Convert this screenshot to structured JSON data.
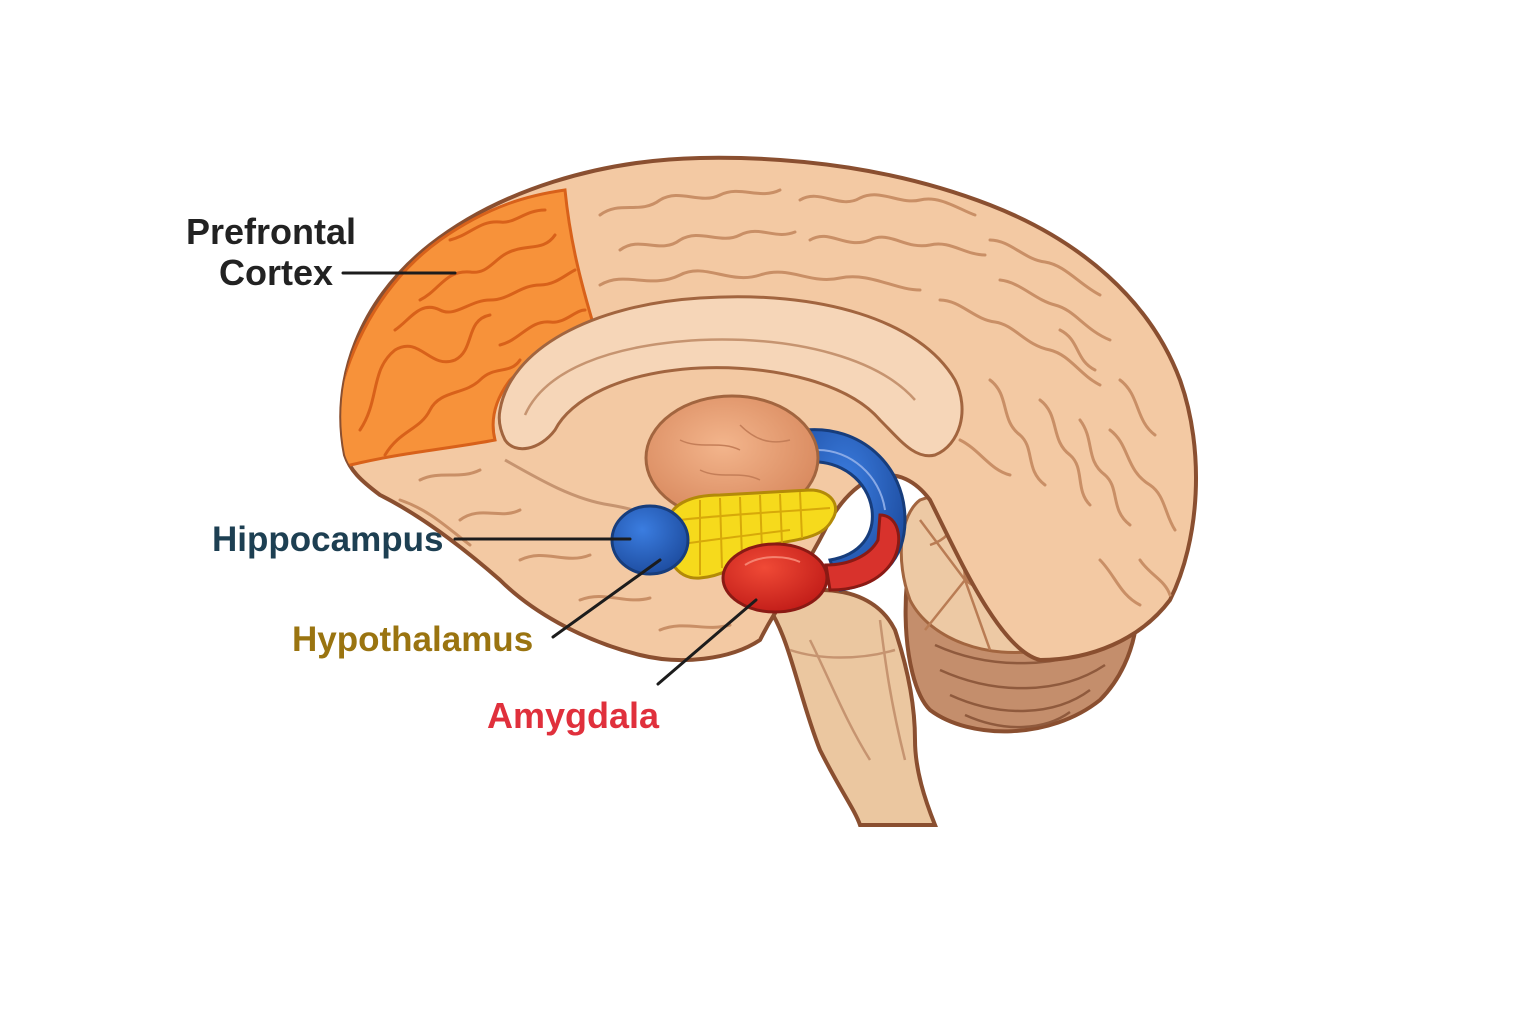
{
  "labels": {
    "prefrontal_line1": "Prefrontal",
    "prefrontal_line2": "Cortex",
    "hippocampus": "Hippocampus",
    "hypothalamus": "Hypothalamus",
    "amygdala": "Amygdala"
  },
  "colors": {
    "prefrontal_text": "#222222",
    "hippocampus_text": "#1d3f52",
    "hypothalamus_text": "#9a7410",
    "amygdala_text": "#e0303c",
    "prefrontal_region": "#f7923a",
    "hippocampus_region": "#2a64c2",
    "hypothalamus_region": "#f6da1c",
    "amygdala_region": "#e2332a",
    "cortex": "#f3c9a3",
    "thalamus": "#eba27a"
  }
}
